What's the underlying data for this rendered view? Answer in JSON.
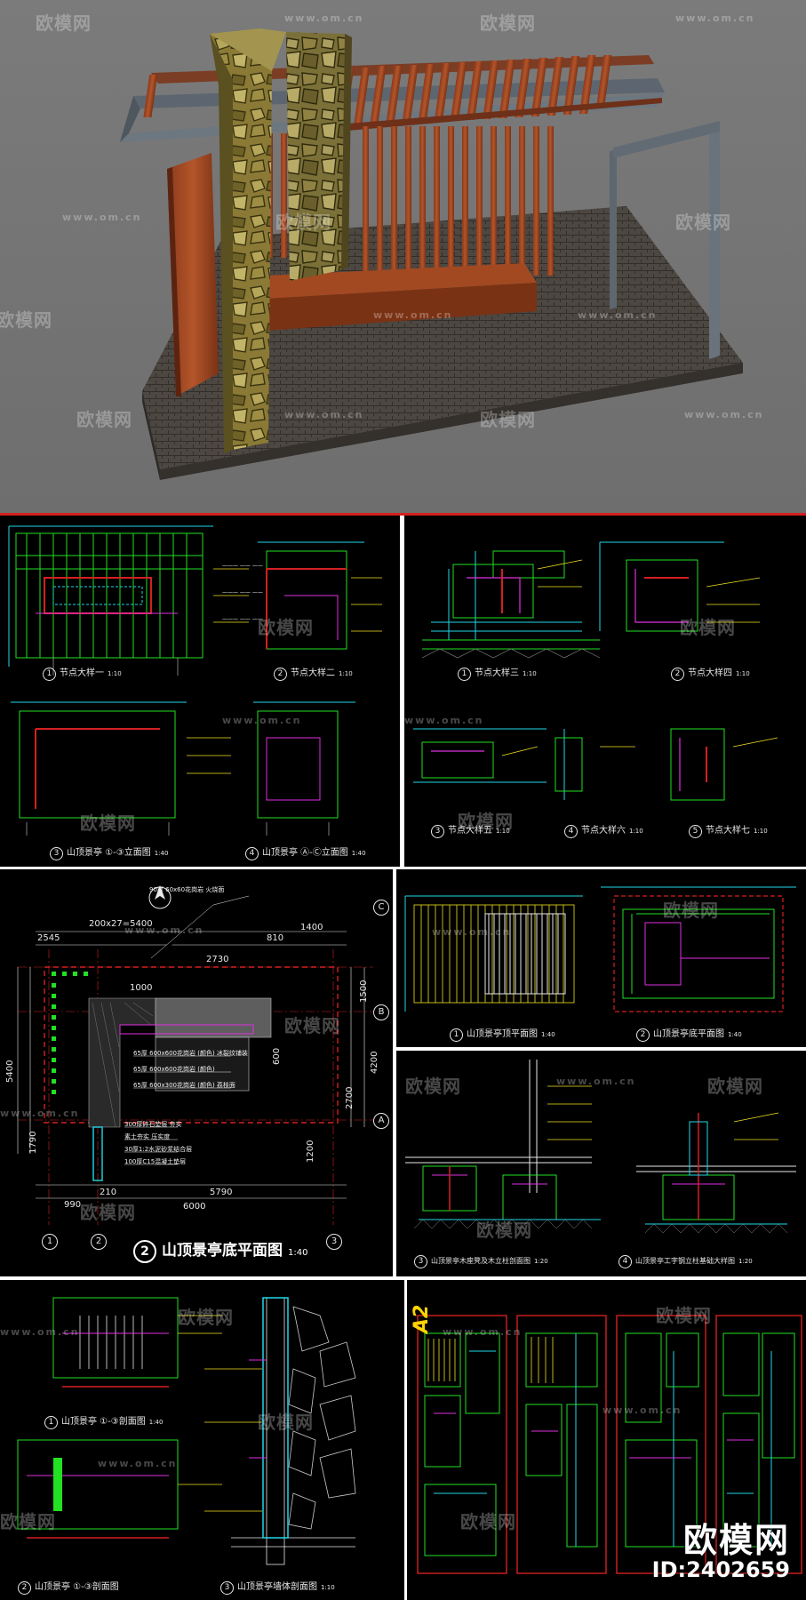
{
  "watermark": {
    "cn": "欧模网",
    "url": "www.om.cn"
  },
  "brand": {
    "name": "欧模网",
    "id": "ID:2402659"
  },
  "panel1": {
    "labels": [
      {
        "num": "1",
        "text": "节点大样一",
        "scale": "1:10"
      },
      {
        "num": "2",
        "text": "节点大样二",
        "scale": "1:10"
      },
      {
        "num": "3",
        "text": "山顶景亭 ①-③立面图",
        "scale": "1:40"
      },
      {
        "num": "4",
        "text": "山顶景亭 Ⓐ-Ⓒ立面图",
        "scale": "1:40"
      }
    ]
  },
  "panel2": {
    "labels": [
      {
        "num": "1",
        "text": "节点大样三",
        "scale": "1:10"
      },
      {
        "num": "2",
        "text": "节点大样四",
        "scale": "1:10"
      },
      {
        "num": "3",
        "text": "节点大样五",
        "scale": "1:10"
      },
      {
        "num": "4",
        "text": "节点大样六",
        "scale": "1:10"
      },
      {
        "num": "5",
        "text": "节点大样七",
        "scale": "1:10"
      }
    ]
  },
  "panel3": {
    "title": {
      "num": "2",
      "text": "山顶景亭底平面图",
      "scale": "1:40"
    },
    "dims": {
      "top_total": "200x27=5400",
      "top_a": "2545",
      "top_b": "810",
      "top_c": "1400",
      "top_d": "2730",
      "top_e": "1000",
      "right_a": "1500",
      "right_b": "4200",
      "right_c": "2700",
      "left_total": "5400",
      "bottom_a": "990",
      "bottom_b": "210",
      "bottom_c": "5790",
      "bottom_d": "1200",
      "bottom_e": "6000",
      "mid_a": "1790",
      "mid_b": "600"
    },
    "grid": [
      "A",
      "B",
      "C",
      "1",
      "2",
      "3"
    ],
    "notes": [
      "90厚 60x60花岗岩 火烧面",
      "65厚 600x600花岗岩 (颜色) 冰裂纹铺装",
      "65厚 600x600花岗岩 (颜色)",
      "65厚 600x300花岗岩 (颜色) 荔枝面",
      "300厚碎石垫层 夯实",
      "素土夯实 压实度",
      "30厚1:2水泥砂浆结合层",
      "100厚C15混凝土垫层"
    ]
  },
  "panel4": {
    "labels": [
      {
        "num": "1",
        "text": "山顶景亭顶平面图",
        "scale": "1:40"
      },
      {
        "num": "2",
        "text": "山顶景亭底平面图",
        "scale": "1:40"
      }
    ]
  },
  "panel5": {
    "labels": [
      {
        "num": "3",
        "text": "山顶景亭木座凳及木立柱剖面图",
        "scale": "1:20"
      },
      {
        "num": "4",
        "text": "山顶景亭工字钢立柱基础大样图",
        "scale": "1:20"
      }
    ]
  },
  "panel6": {
    "labels": [
      {
        "num": "1",
        "text": "山顶景亭 ①-③剖面图",
        "scale": "1:40"
      },
      {
        "num": "2",
        "text": "山顶景亭 ①-③剖面图",
        "scale": ""
      },
      {
        "num": "3",
        "text": "山顶景亭墙体剖面图",
        "scale": "1:10"
      }
    ]
  },
  "panel7": {
    "sheet": "A2"
  },
  "colors": {
    "accent_red": "#d42020",
    "cad_green": "#22e022",
    "cad_cyan": "#20d8e8",
    "cad_yellow": "#f0e020",
    "cad_magenta": "#e030e0"
  }
}
